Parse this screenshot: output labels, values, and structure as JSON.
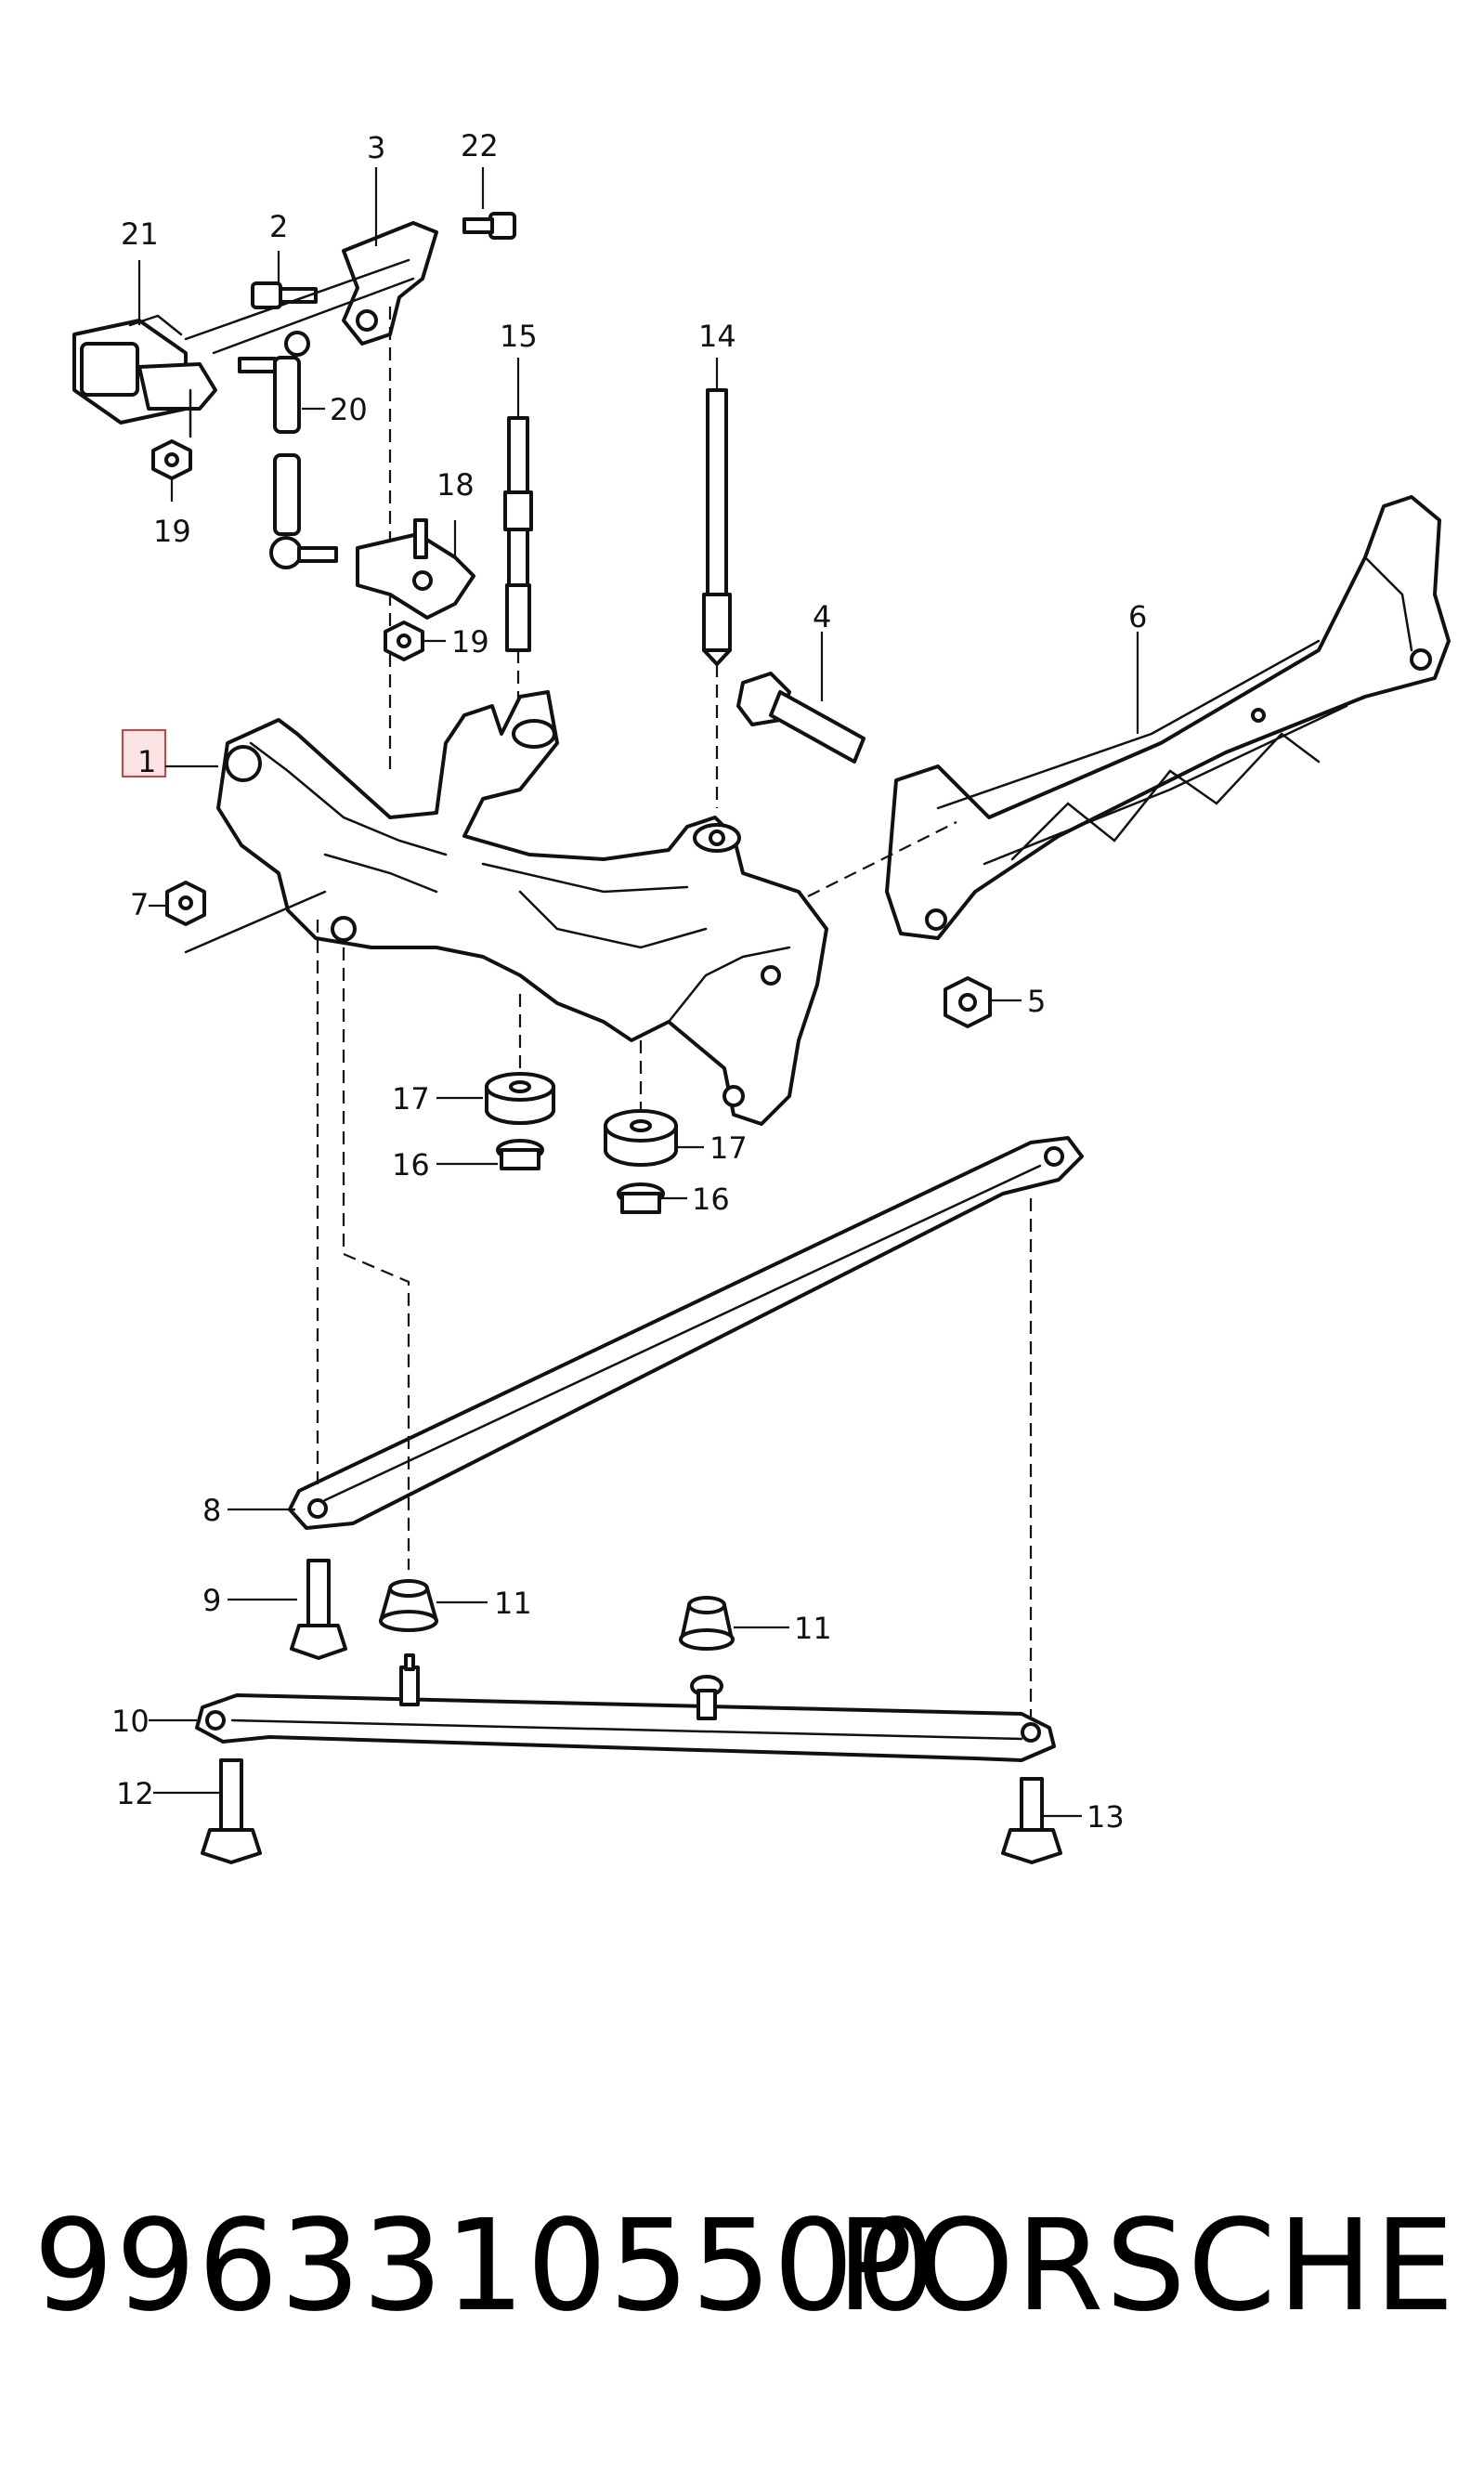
{
  "diagram": {
    "callouts": {
      "c1": "1",
      "c2": "2",
      "c3": "3",
      "c4": "4",
      "c5": "5",
      "c6": "6",
      "c7": "7",
      "c8": "8",
      "c9": "9",
      "c10": "10",
      "c11a": "11",
      "c11b": "11",
      "c12": "12",
      "c13": "13",
      "c14": "14",
      "c15": "15",
      "c16a": "16",
      "c16b": "16",
      "c17a": "17",
      "c17b": "17",
      "c18": "18",
      "c19a": "19",
      "c19b": "19",
      "c20": "20",
      "c21": "21",
      "c22": "22"
    },
    "highlighted_callout": "1",
    "highlight_color": "#d43f3f"
  },
  "footer": {
    "part_number": "99633105500",
    "brand": "PORSCHE"
  }
}
